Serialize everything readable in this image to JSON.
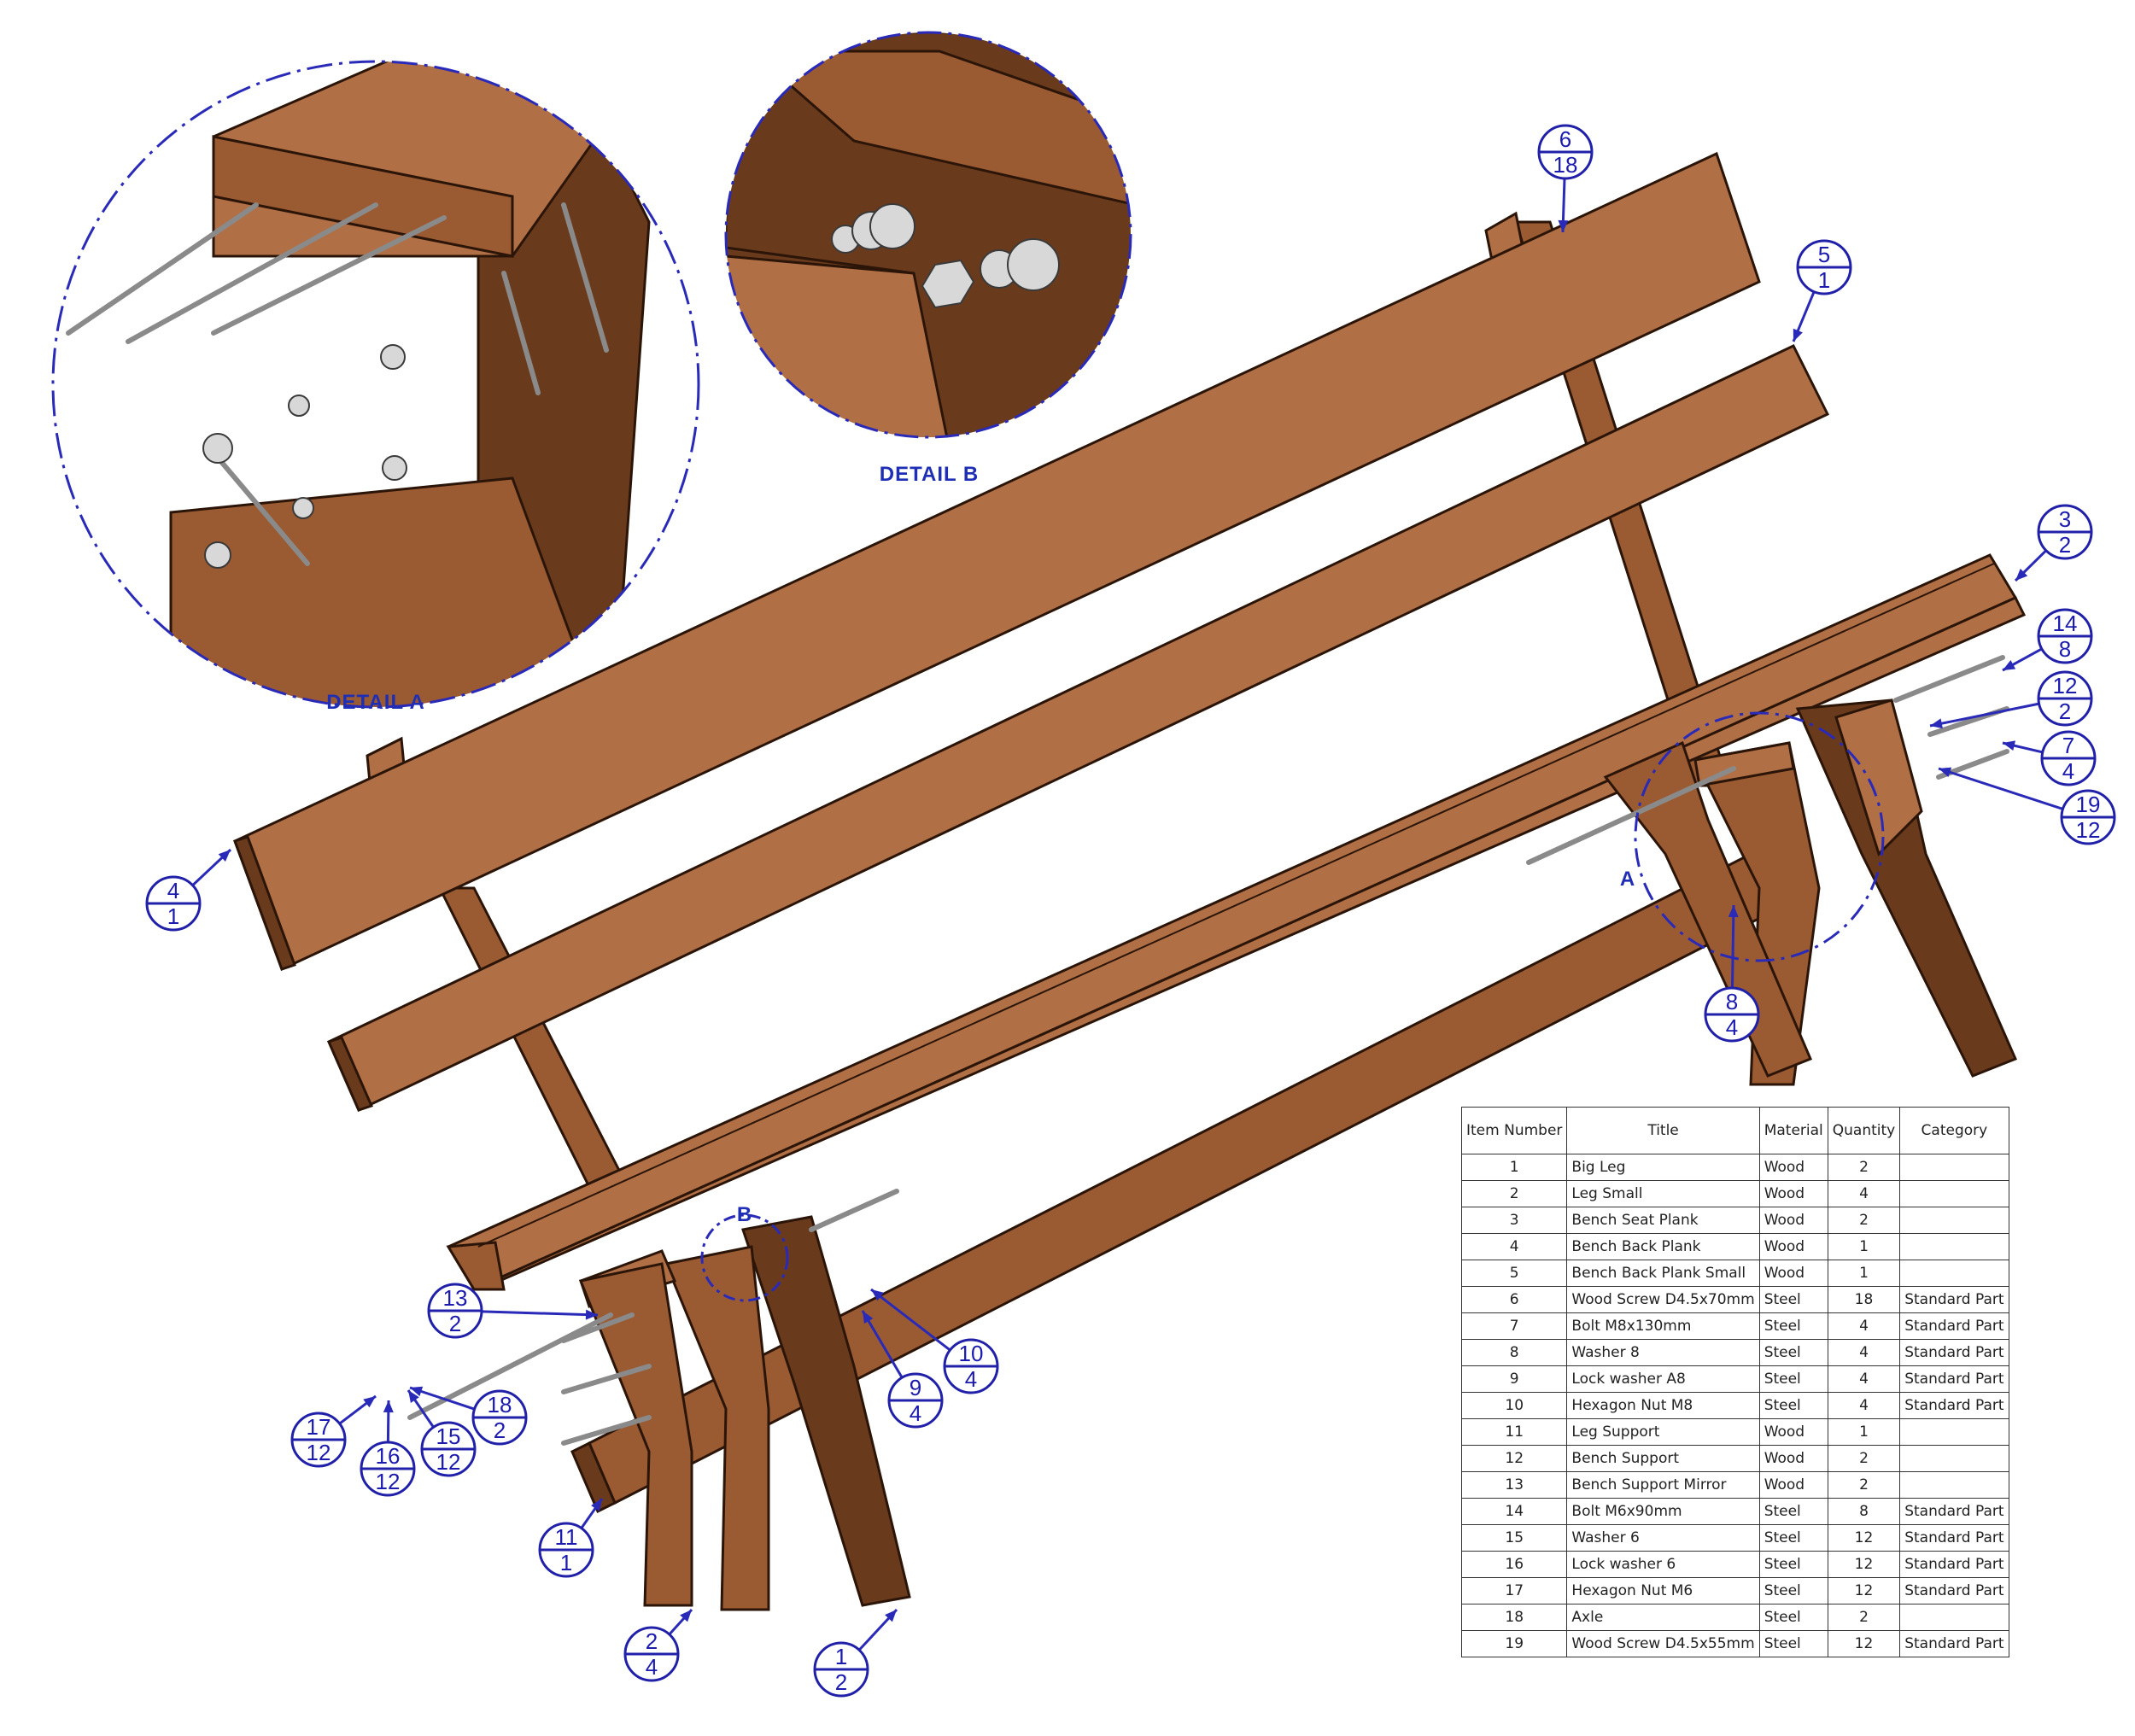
{
  "detail_labels": {
    "a": "DETAIL A",
    "b": "DETAIL B",
    "a_marker": "A",
    "b_marker": "B"
  },
  "balloons": [
    {
      "item": "1",
      "qty": "2"
    },
    {
      "item": "2",
      "qty": "4"
    },
    {
      "item": "3",
      "qty": "2"
    },
    {
      "item": "4",
      "qty": "1"
    },
    {
      "item": "5",
      "qty": "1"
    },
    {
      "item": "6",
      "qty": "18"
    },
    {
      "item": "7",
      "qty": "4"
    },
    {
      "item": "8",
      "qty": "4"
    },
    {
      "item": "9",
      "qty": "4"
    },
    {
      "item": "10",
      "qty": "4"
    },
    {
      "item": "11",
      "qty": "1"
    },
    {
      "item": "12",
      "qty": "2"
    },
    {
      "item": "13",
      "qty": "2"
    },
    {
      "item": "14",
      "qty": "8"
    },
    {
      "item": "15",
      "qty": "12"
    },
    {
      "item": "16",
      "qty": "12"
    },
    {
      "item": "17",
      "qty": "12"
    },
    {
      "item": "18",
      "qty": "2"
    },
    {
      "item": "19",
      "qty": "12"
    }
  ],
  "bom": {
    "headers": [
      "Item Number",
      "Title",
      "Material",
      "Quantity",
      "Category"
    ],
    "rows": [
      {
        "num": "1",
        "title": "Big Leg",
        "material": "Wood",
        "qty": "2",
        "category": ""
      },
      {
        "num": "2",
        "title": "Leg Small",
        "material": "Wood",
        "qty": "4",
        "category": ""
      },
      {
        "num": "3",
        "title": "Bench Seat Plank",
        "material": "Wood",
        "qty": "2",
        "category": ""
      },
      {
        "num": "4",
        "title": "Bench Back Plank",
        "material": "Wood",
        "qty": "1",
        "category": ""
      },
      {
        "num": "5",
        "title": "Bench Back Plank Small",
        "material": "Wood",
        "qty": "1",
        "category": ""
      },
      {
        "num": "6",
        "title": "Wood Screw D4.5x70mm",
        "material": "Steel",
        "qty": "18",
        "category": "Standard Part"
      },
      {
        "num": "7",
        "title": "Bolt M8x130mm",
        "material": "Steel",
        "qty": "4",
        "category": "Standard Part"
      },
      {
        "num": "8",
        "title": "Washer 8",
        "material": "Steel",
        "qty": "4",
        "category": "Standard Part"
      },
      {
        "num": "9",
        "title": "Lock washer A8",
        "material": "Steel",
        "qty": "4",
        "category": "Standard Part"
      },
      {
        "num": "10",
        "title": "Hexagon Nut M8",
        "material": "Steel",
        "qty": "4",
        "category": "Standard Part"
      },
      {
        "num": "11",
        "title": "Leg Support",
        "material": "Wood",
        "qty": "1",
        "category": ""
      },
      {
        "num": "12",
        "title": "Bench Support",
        "material": "Wood",
        "qty": "2",
        "category": ""
      },
      {
        "num": "13",
        "title": "Bench Support Mirror",
        "material": "Wood",
        "qty": "2",
        "category": ""
      },
      {
        "num": "14",
        "title": "Bolt M6x90mm",
        "material": "Steel",
        "qty": "8",
        "category": "Standard Part"
      },
      {
        "num": "15",
        "title": "Washer 6",
        "material": "Steel",
        "qty": "12",
        "category": "Standard Part"
      },
      {
        "num": "16",
        "title": "Lock washer 6",
        "material": "Steel",
        "qty": "12",
        "category": "Standard Part"
      },
      {
        "num": "17",
        "title": "Hexagon Nut M6",
        "material": "Steel",
        "qty": "12",
        "category": "Standard Part"
      },
      {
        "num": "18",
        "title": "Axle",
        "material": "Steel",
        "qty": "2",
        "category": ""
      },
      {
        "num": "19",
        "title": "Wood Screw D4.5x55mm",
        "material": "Steel",
        "qty": "12",
        "category": "Standard Part"
      }
    ]
  }
}
